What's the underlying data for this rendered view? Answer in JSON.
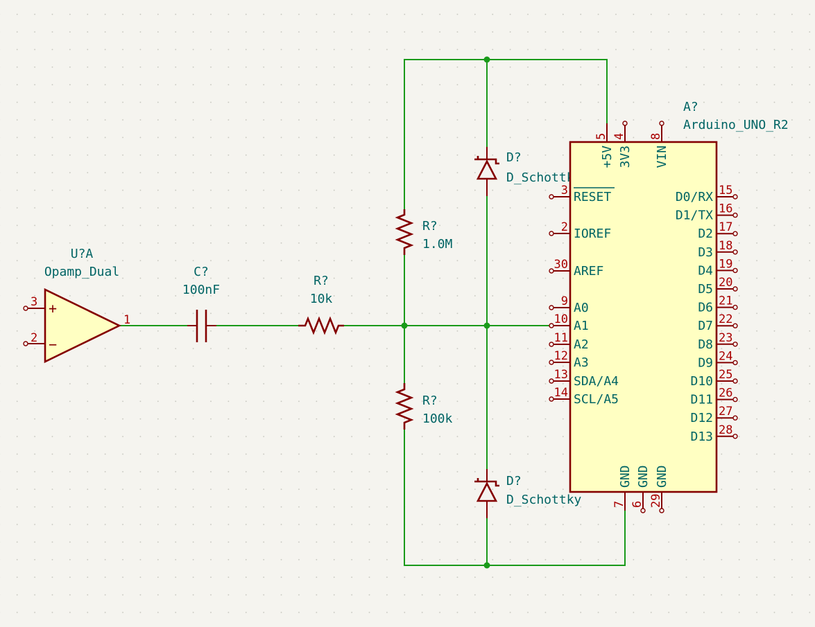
{
  "opamp": {
    "ref": "U?A",
    "value": "Opamp_Dual",
    "pin_noninv": "3",
    "pin_inv": "2",
    "pin_out": "1",
    "plus": "+",
    "minus": "−"
  },
  "capacitor": {
    "ref": "C?",
    "value": "100nF"
  },
  "r_series": {
    "ref": "R?",
    "value": "10k"
  },
  "r_top": {
    "ref": "R?",
    "value": "1.0M"
  },
  "r_bottom": {
    "ref": "R?",
    "value": "100k"
  },
  "diode_top": {
    "ref": "D?",
    "value": "D_Schottky"
  },
  "diode_bottom": {
    "ref": "D?",
    "value": "D_Schottky"
  },
  "arduino": {
    "ref": "A?",
    "value": "Arduino_UNO_R2",
    "top_pins": [
      {
        "name": "+5V",
        "num": "5"
      },
      {
        "name": "3V3",
        "num": "4"
      },
      {
        "name": "VIN",
        "num": "8"
      }
    ],
    "left_pins": [
      {
        "name": "RESET",
        "num": "3"
      },
      {
        "name": "IOREF",
        "num": "2"
      },
      {
        "name": "AREF",
        "num": "30"
      },
      {
        "name": "A0",
        "num": "9"
      },
      {
        "name": "A1",
        "num": "10"
      },
      {
        "name": "A2",
        "num": "11"
      },
      {
        "name": "A3",
        "num": "12"
      },
      {
        "name": "SDA/A4",
        "num": "13"
      },
      {
        "name": "SCL/A5",
        "num": "14"
      }
    ],
    "right_pins": [
      {
        "name": "D0/RX",
        "num": "15"
      },
      {
        "name": "D1/TX",
        "num": "16"
      },
      {
        "name": "D2",
        "num": "17"
      },
      {
        "name": "D3",
        "num": "18"
      },
      {
        "name": "D4",
        "num": "19"
      },
      {
        "name": "D5",
        "num": "20"
      },
      {
        "name": "D6",
        "num": "21"
      },
      {
        "name": "D7",
        "num": "22"
      },
      {
        "name": "D8",
        "num": "23"
      },
      {
        "name": "D9",
        "num": "24"
      },
      {
        "name": "D10",
        "num": "25"
      },
      {
        "name": "D11",
        "num": "26"
      },
      {
        "name": "D12",
        "num": "27"
      },
      {
        "name": "D13",
        "num": "28"
      }
    ],
    "bottom_pins": [
      {
        "name": "GND",
        "num": "7"
      },
      {
        "name": "GND",
        "num": "6"
      },
      {
        "name": "GND",
        "num": "29"
      }
    ]
  }
}
